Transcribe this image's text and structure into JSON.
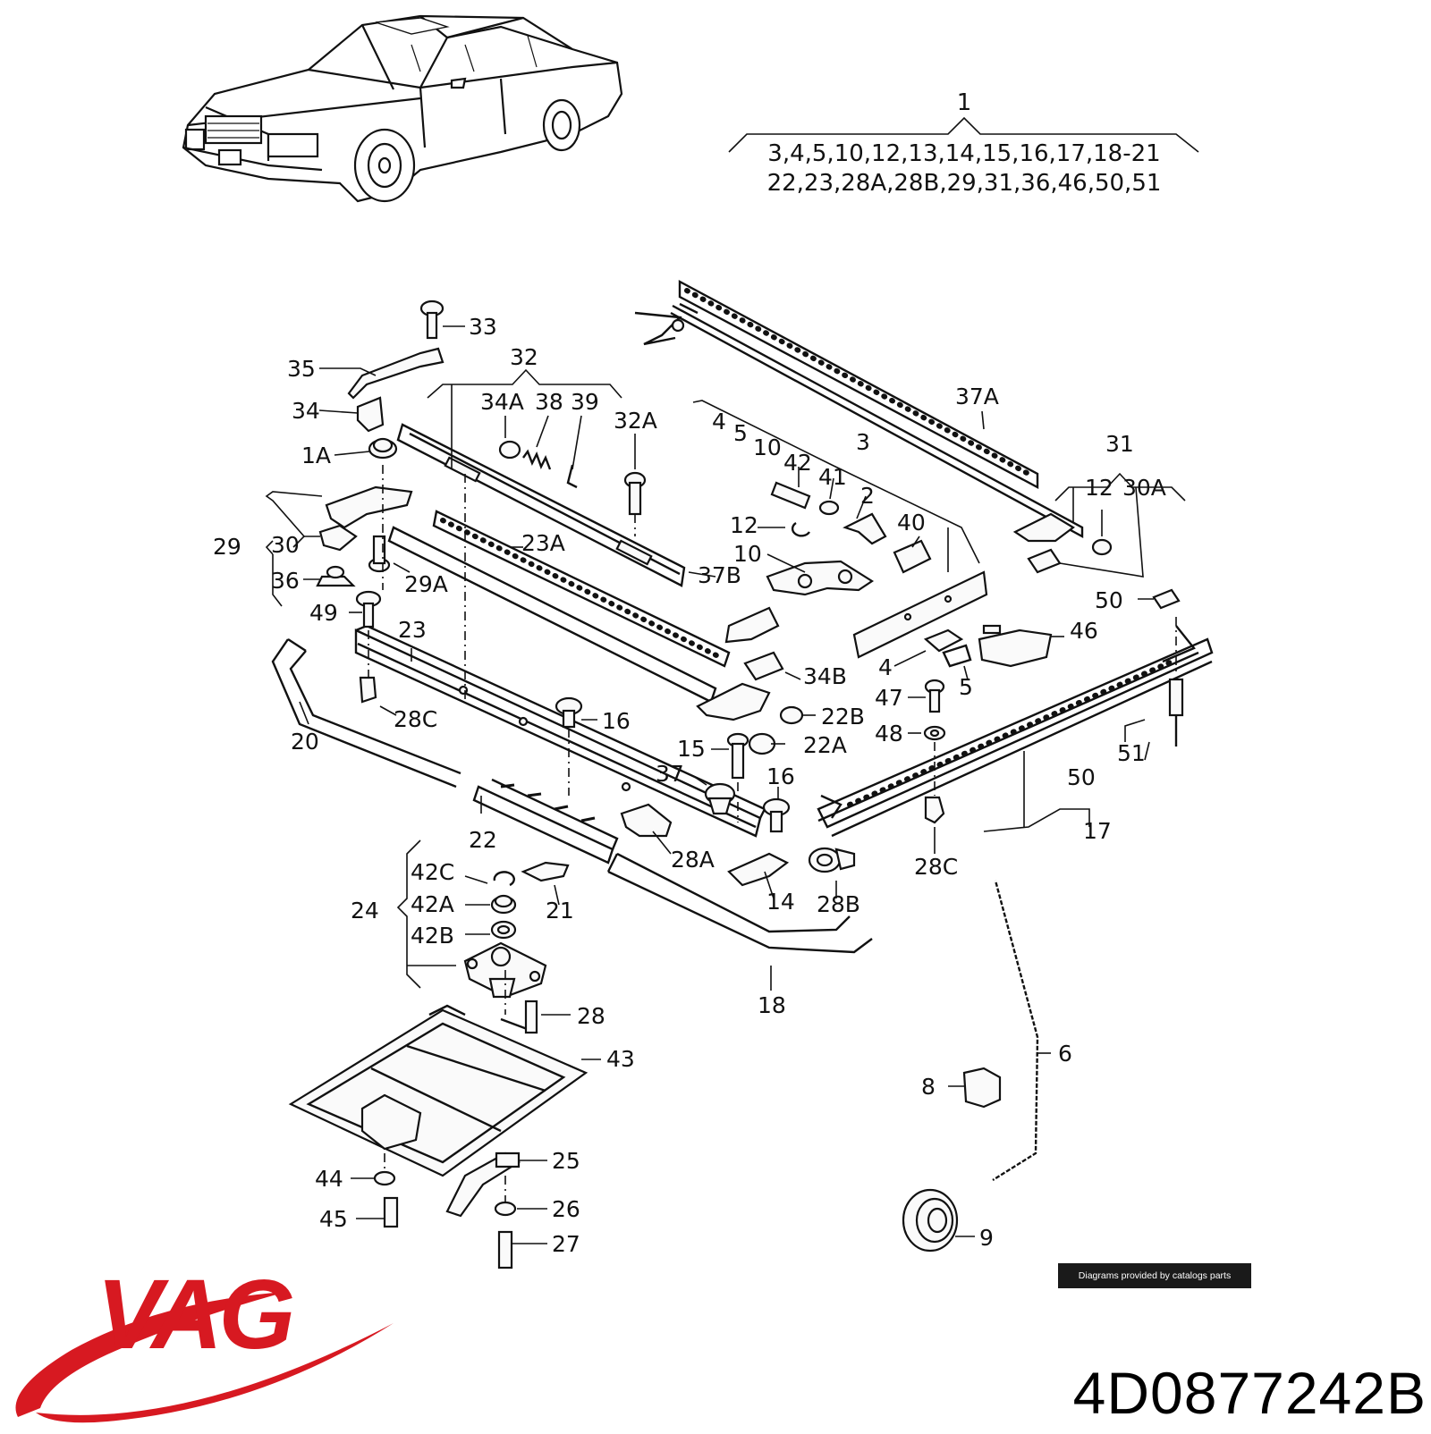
{
  "group_header": {
    "number": "1",
    "line1": "3,4,5,10,12,13,14,15,16,17,18-21",
    "line2": "22,23,28A,28B,29,31,36,46,50,51"
  },
  "callouts": [
    {
      "id": "33",
      "text": "33"
    },
    {
      "id": "35",
      "text": "35"
    },
    {
      "id": "34",
      "text": "34"
    },
    {
      "id": "1A",
      "text": "1A"
    },
    {
      "id": "29",
      "text": "29"
    },
    {
      "id": "30",
      "text": "30"
    },
    {
      "id": "36",
      "text": "36"
    },
    {
      "id": "29A",
      "text": "29A"
    },
    {
      "id": "49",
      "text": "49"
    },
    {
      "id": "32",
      "text": "32"
    },
    {
      "id": "34A",
      "text": "34A"
    },
    {
      "id": "38",
      "text": "38"
    },
    {
      "id": "39",
      "text": "39"
    },
    {
      "id": "32A",
      "text": "32A"
    },
    {
      "id": "23A",
      "text": "23A"
    },
    {
      "id": "37B",
      "text": "37B"
    },
    {
      "id": "4_top",
      "text": "4"
    },
    {
      "id": "5_top",
      "text": "5"
    },
    {
      "id": "10_top",
      "text": "10"
    },
    {
      "id": "3",
      "text": "3"
    },
    {
      "id": "42",
      "text": "42"
    },
    {
      "id": "41",
      "text": "41"
    },
    {
      "id": "2",
      "text": "2"
    },
    {
      "id": "12_left",
      "text": "12"
    },
    {
      "id": "40",
      "text": "40"
    },
    {
      "id": "10_mid",
      "text": "10"
    },
    {
      "id": "37A",
      "text": "37A"
    },
    {
      "id": "31",
      "text": "31"
    },
    {
      "id": "12_right",
      "text": "12"
    },
    {
      "id": "30A",
      "text": "30A"
    },
    {
      "id": "50_top",
      "text": "50"
    },
    {
      "id": "46",
      "text": "46"
    },
    {
      "id": "4_mid",
      "text": "4"
    },
    {
      "id": "5_mid",
      "text": "5"
    },
    {
      "id": "34B",
      "text": "34B"
    },
    {
      "id": "22B",
      "text": "22B"
    },
    {
      "id": "22A",
      "text": "22A"
    },
    {
      "id": "47",
      "text": "47"
    },
    {
      "id": "48",
      "text": "48"
    },
    {
      "id": "23",
      "text": "23"
    },
    {
      "id": "28C_left",
      "text": "28C"
    },
    {
      "id": "20",
      "text": "20"
    },
    {
      "id": "16_a",
      "text": "16"
    },
    {
      "id": "15",
      "text": "15"
    },
    {
      "id": "37",
      "text": "37"
    },
    {
      "id": "16_b",
      "text": "16"
    },
    {
      "id": "51",
      "text": "51"
    },
    {
      "id": "50_bottom",
      "text": "50"
    },
    {
      "id": "17",
      "text": "17"
    },
    {
      "id": "22",
      "text": "22"
    },
    {
      "id": "28A",
      "text": "28A"
    },
    {
      "id": "14",
      "text": "14"
    },
    {
      "id": "28B",
      "text": "28B"
    },
    {
      "id": "28C_right",
      "text": "28C"
    },
    {
      "id": "42C",
      "text": "42C"
    },
    {
      "id": "42A",
      "text": "42A"
    },
    {
      "id": "42B",
      "text": "42B"
    },
    {
      "id": "24",
      "text": "24"
    },
    {
      "id": "21",
      "text": "21"
    },
    {
      "id": "18",
      "text": "18"
    },
    {
      "id": "28",
      "text": "28"
    },
    {
      "id": "43",
      "text": "43"
    },
    {
      "id": "6",
      "text": "6"
    },
    {
      "id": "8",
      "text": "8"
    },
    {
      "id": "25",
      "text": "25"
    },
    {
      "id": "44",
      "text": "44"
    },
    {
      "id": "26",
      "text": "26"
    },
    {
      "id": "45",
      "text": "45"
    },
    {
      "id": "27",
      "text": "27"
    },
    {
      "id": "9",
      "text": "9"
    }
  ],
  "brand": {
    "logo_text": "VAG",
    "logo_color": "#d71921",
    "part_number": "4D0877242B"
  },
  "credit": "Diagrams provided by catalogs parts",
  "icons": {
    "car": "car-illustration-icon",
    "logo": "vag-logo-icon"
  }
}
